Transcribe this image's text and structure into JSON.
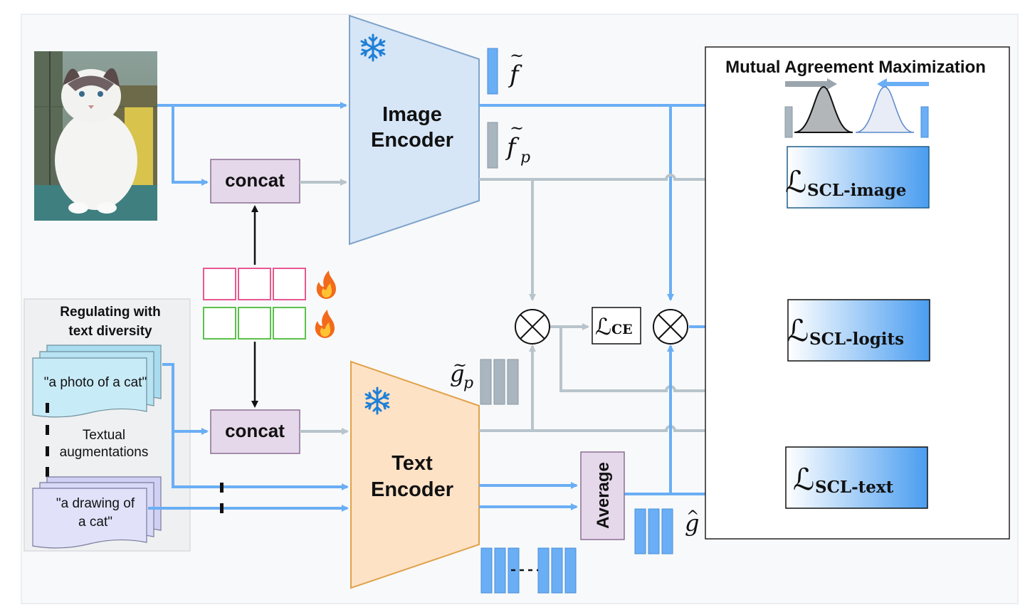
{
  "image_encoder": {
    "line1": "Image",
    "line2": "Encoder"
  },
  "text_encoder": {
    "line1": "Text",
    "line2": "Encoder"
  },
  "concat_top": "concat",
  "concat_bottom": "concat",
  "average": "Average",
  "text_diversity": {
    "title_line1": "Regulating with",
    "title_line2": "text diversity",
    "prompt1": "\"a photo of a cat\"",
    "prompt2_line1": "\"a drawing of",
    "prompt2_line2": "a cat\"",
    "aug_line1": "Textual",
    "aug_line2": "augmentations"
  },
  "symbols": {
    "f": "f",
    "fp": "f",
    "fp_sub": "p",
    "gp": "g",
    "gp_sub": "p",
    "g": "g",
    "tilde": "~",
    "hat": "^"
  },
  "losses": {
    "script_L": "ℒ",
    "ce_sub": "CE",
    "scl_image": "SCL-image",
    "scl_logits": "SCL-logits",
    "scl_text": "SCL-text"
  },
  "mutual_title": "Mutual Agreement Maximization",
  "icons": {
    "frozen": "snowflake-icon",
    "trainable": "fire-icon",
    "product": "otimes-icon"
  },
  "colors": {
    "blue_arrow": "#6aaef5",
    "gray_arrow": "#b8c4cc",
    "image_encoder_fill": "#d6e6f7",
    "text_encoder_fill": "#fde2c6",
    "concat_fill": "#e5d8ea",
    "prompt_pink": "#e9588f",
    "prompt_green": "#5ac24a"
  }
}
